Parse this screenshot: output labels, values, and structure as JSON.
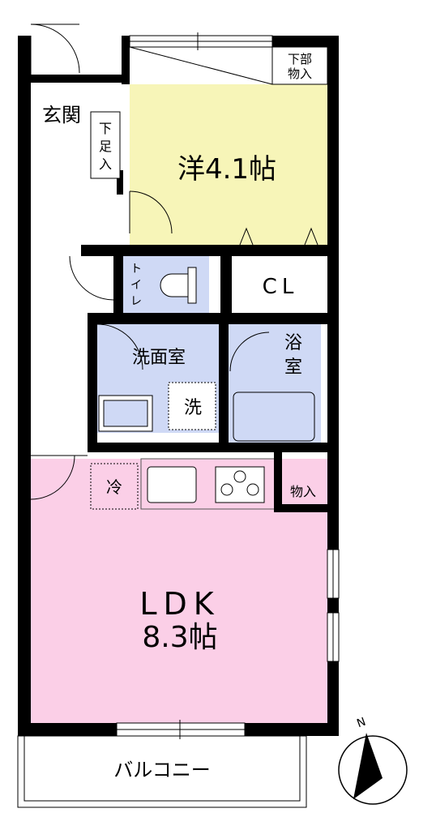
{
  "rooms": {
    "western": {
      "name": "洋",
      "size": "4.1帖"
    },
    "ldk": {
      "name": "LDK",
      "size": "8.3帖"
    },
    "entrance": "玄関",
    "shoe_storage": [
      "下",
      "足",
      "入"
    ],
    "under_floor_storage": [
      "下部",
      "物入"
    ],
    "toilet": [
      "ト",
      "イ",
      "レ"
    ],
    "closet": "CL",
    "washroom": "洗面室",
    "washer": "洗",
    "bath": [
      "浴",
      "室"
    ],
    "fridge": "冷",
    "storage": "物入",
    "balcony": "バルコニー"
  },
  "compass": {
    "north_label": "N"
  },
  "colors": {
    "wall": "#000000",
    "western_floor": "#f7f5b8",
    "ldk_floor": "#fbcfe7",
    "wet_area_floor": "#cfd9f5",
    "common_floor": "#ffffff"
  }
}
